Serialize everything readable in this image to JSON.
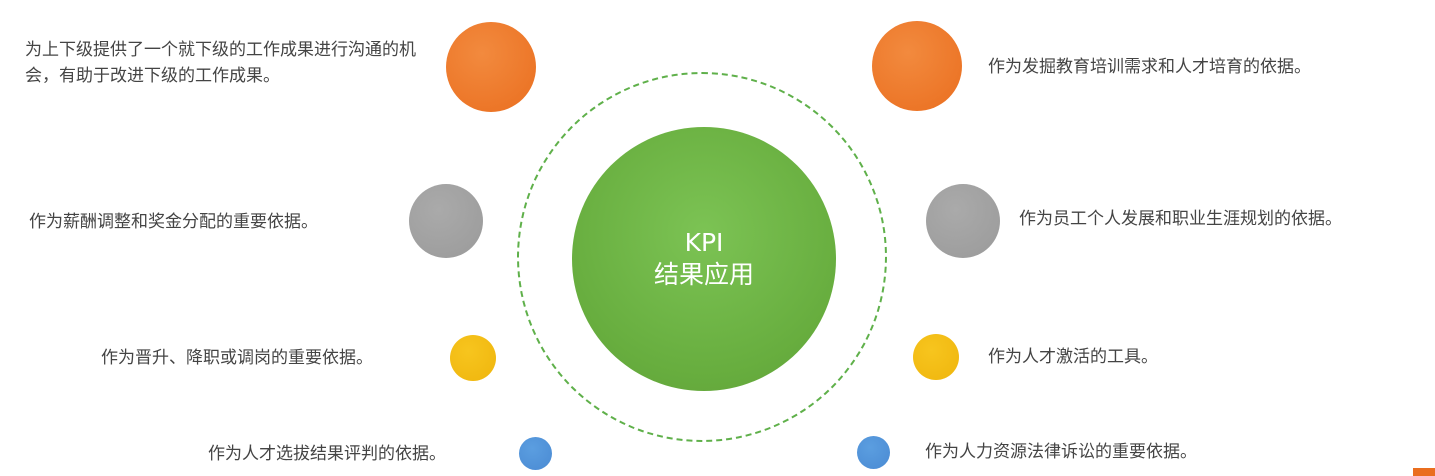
{
  "center": {
    "line1": "KPI",
    "line2": "结果应用"
  },
  "items": {
    "left_top": "为上下级提供了一个就下级的工作成果进行沟通的机会，有助于改进下级的工作成果。",
    "left_upper_mid": "作为薪酬调整和奖金分配的重要依据。",
    "left_lower_mid": "作为晋升、降职或调岗的重要依据。",
    "left_bottom": "作为人才选拔结果评判的依据。",
    "right_top": "作为发掘教育培训需求和人才培育的依据。",
    "right_upper_mid": "作为员工个人发展和职业生涯规划的依据。",
    "right_lower_mid": "作为人才激活的工具。",
    "right_bottom": "作为人力资源法律诉讼的重要依据。"
  },
  "colors": {
    "center": "#67ad3e",
    "ring": "#5fb04a",
    "orange": "#ea6e1f",
    "gray": "#9e9e9e",
    "yellow": "#f2b90f",
    "blue": "#4a8ad3"
  }
}
